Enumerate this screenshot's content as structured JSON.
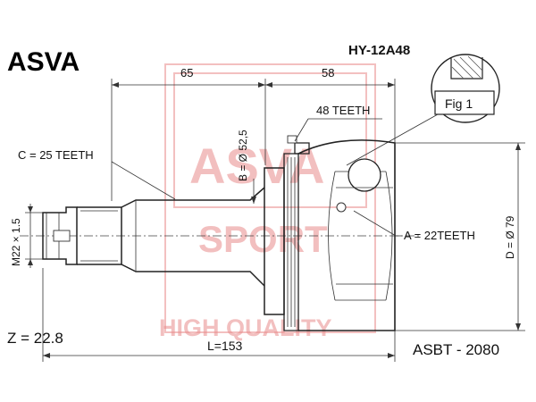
{
  "brand": "ASVA",
  "part_number": "HY-12A48",
  "reference": "ASBT - 2080",
  "watermark": {
    "line1": "ASVA",
    "line2": "SPORT",
    "line3": "HIGH QUALITY"
  },
  "dimensions": {
    "left_length": "65",
    "right_length": "58",
    "total_length": "L=153",
    "diameter_b": "B = Ø 52,5",
    "diameter_d": "D = Ø 79",
    "thread": "M22 × 1.5",
    "z": "Z = 22.8"
  },
  "labels": {
    "abs_teeth": "48 TEETH",
    "outer_spline": "C = 25 TEETH",
    "inner_spline": "A = 22TEETH",
    "figure": "Fig 1"
  }
}
